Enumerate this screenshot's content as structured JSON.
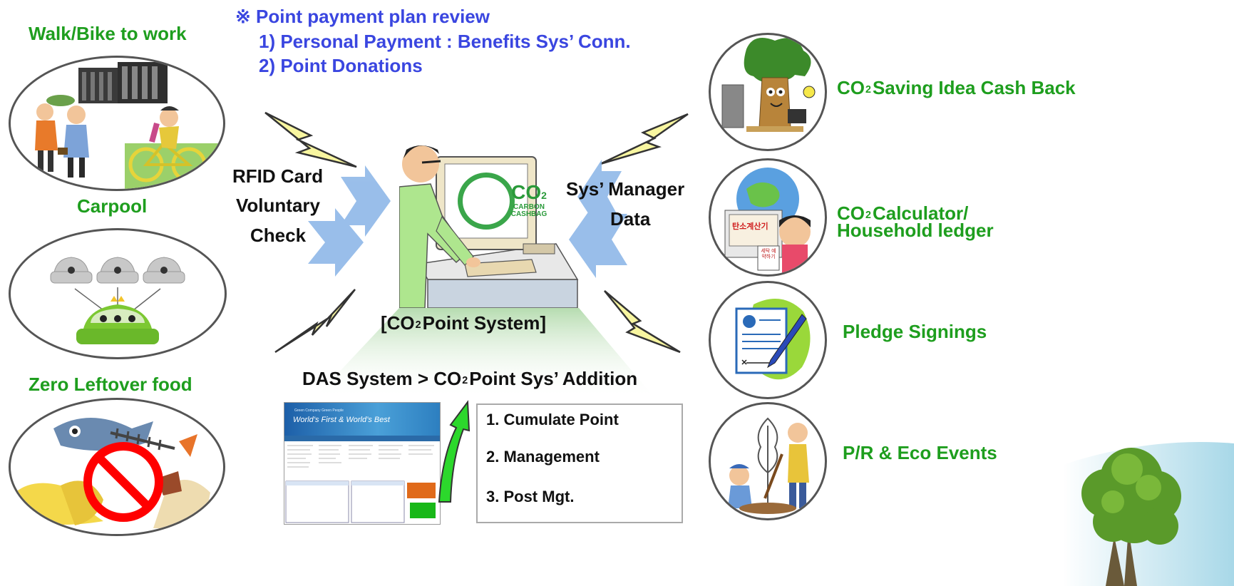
{
  "left": {
    "walk_label": "Walk/Bike to work",
    "carpool_label": "Carpool",
    "zero_leftover_label": "Zero Leftover food"
  },
  "review": {
    "title": "※ Point payment plan review",
    "item1": "1) Personal Payment : Benefits Sys’ Conn.",
    "item2": "2) Point Donations"
  },
  "center": {
    "rfid_line1": "RFID Card",
    "rfid_line2": "Voluntary",
    "rfid_line3": "Check",
    "manager_line1": "Sys’ Manager",
    "manager_line2": "Data",
    "screen_line1": "CO",
    "screen_sub": "2",
    "screen_line2": "CARBON",
    "screen_line3": "CASHBAG",
    "system_pre": "[CO",
    "system_sub": "2",
    "system_post": "Point System]",
    "das_pre": "DAS System > CO",
    "das_sub": "2",
    "das_post": "Point Sys’ Addition",
    "web_banner_line1": "Green Company Green People",
    "web_banner_line2": "World’s First & World’s Best"
  },
  "features": {
    "items": [
      "1. Cumulate Point",
      "2. Management",
      "3. Post Mgt."
    ]
  },
  "right": {
    "idea_pre": "CO",
    "idea_sub": "2",
    "idea_post": "Saving Idea Cash Back",
    "calc_pre": "CO",
    "calc_sub": "2",
    "calc_line1_post": "Calculator/",
    "calc_line2": "Household ledger",
    "pledge_label": "Pledge Signings",
    "pr_label": "P/R & Eco Events",
    "calc_sign_text": "탄소계산기",
    "calc_paper_text": "세탁 예약하기"
  },
  "colors": {
    "green_text": "#1e9e1e",
    "blue_text": "#3a46e0",
    "arrow_blue": "#8fb8e8",
    "lightning": "#f8f6a0"
  }
}
